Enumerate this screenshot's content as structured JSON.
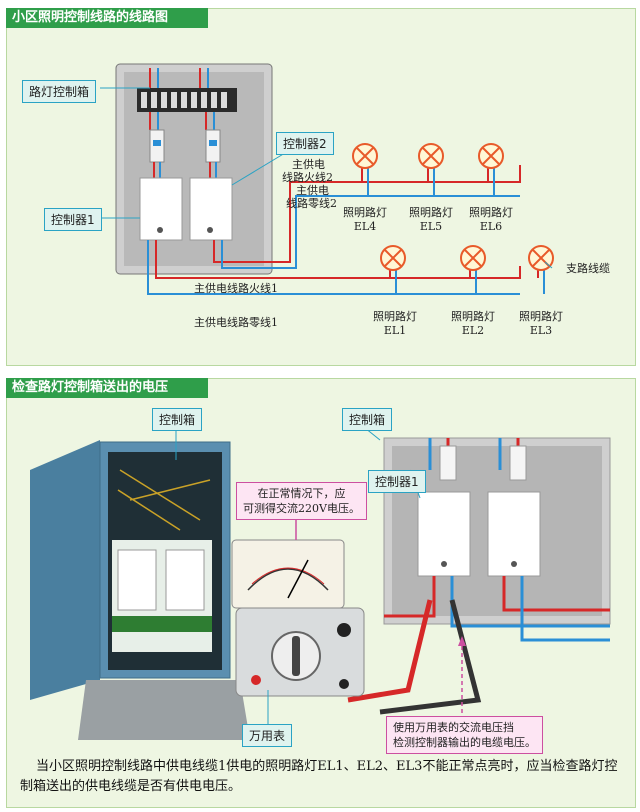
{
  "top": {
    "title": "小区照明控制线路的线路图",
    "box_label": "路灯控制箱",
    "ctrl1": "控制器1",
    "ctrl2": "控制器2",
    "live2": [
      "主供电",
      "线路火线2"
    ],
    "neutral2": [
      "主供电",
      "线路零线2"
    ],
    "live1": "主供电线路火线1",
    "neutral1": "主供电线路零线1",
    "branch": "支路线缆",
    "lamp_text": "照明路灯",
    "lamps_top": [
      "EL4",
      "EL5",
      "EL6"
    ],
    "lamps_bottom": [
      "EL1",
      "EL2",
      "EL3"
    ]
  },
  "bottom": {
    "title": "检查路灯控制箱送出的电压",
    "cabinet_label": "控制箱",
    "box_label": "控制箱",
    "ctrl1": "控制器1",
    "note_top": [
      "在正常情况下，应",
      "可测得交流220V电压。"
    ],
    "note_bottom": [
      "使用万用表的交流电压挡",
      "检测控制器输出的电缆电压。"
    ],
    "meter_label": "万用表"
  },
  "caption": "当小区照明控制线路中供电线缆1供电的照明路灯EL1、EL2、EL3不能正常点亮时，应当检查路灯控制箱送出的供电线缆是否有供电电压。",
  "colors": {
    "header": "#2f9e4a",
    "live": "#d62828",
    "neutral": "#2a8fd6",
    "lamp": "#e85a2a"
  }
}
